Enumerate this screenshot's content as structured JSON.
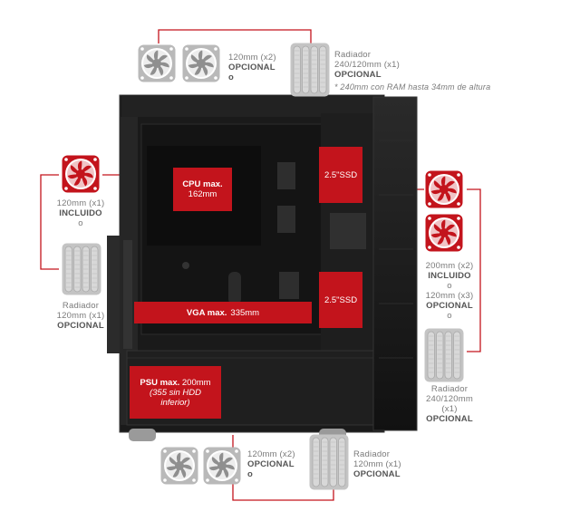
{
  "colors": {
    "accent": "#c3141c",
    "grey_fan": "#b9b9b9",
    "case": "#151515",
    "text": "#7a7a7a"
  },
  "top_fans": {
    "line1": "120mm (x2)",
    "line2": "OPCIONAL",
    "line3": "o"
  },
  "top_radiator": {
    "line1": "Radiador",
    "line2": "240/120mm (x1)",
    "line3": "OPCIONAL",
    "note": "* 240mm con RAM hasta 34mm de altura"
  },
  "rear_fan": {
    "line1": "120mm (x1)",
    "line2": "INCLUIDO",
    "line3": "o"
  },
  "rear_radiator": {
    "line1": "Radiador",
    "line2": "120mm (x1)",
    "line3": "OPCIONAL"
  },
  "front_fans": {
    "line1": "200mm (x2)",
    "line2": "INCLUIDO",
    "line3": "o",
    "line4": "120mm (x3)",
    "line5": "OPCIONAL",
    "line6": "o"
  },
  "front_radiator": {
    "line1": "Radiador",
    "line2": "240/120mm",
    "line3": "(x1)",
    "line4": "OPCIONAL"
  },
  "bottom_fans": {
    "line1": "120mm (x2)",
    "line2": "OPCIONAL",
    "line3": "o"
  },
  "bottom_radiator": {
    "line1": "Radiador",
    "line2": "120mm (x1)",
    "line3": "OPCIONAL"
  },
  "cpu": {
    "bold": "CPU max.",
    "value": "162mm"
  },
  "ssd_top": {
    "label": "2.5\"SSD"
  },
  "ssd_bottom": {
    "label": "2.5\"SSD"
  },
  "vga": {
    "bold": "VGA max.",
    "value": "335mm"
  },
  "psu": {
    "bold": "PSU max.",
    "value": "200mm",
    "italic1": "(355 sin HDD",
    "italic2": "inferior)"
  },
  "icons": [
    "fan-icon",
    "radiator-icon"
  ]
}
